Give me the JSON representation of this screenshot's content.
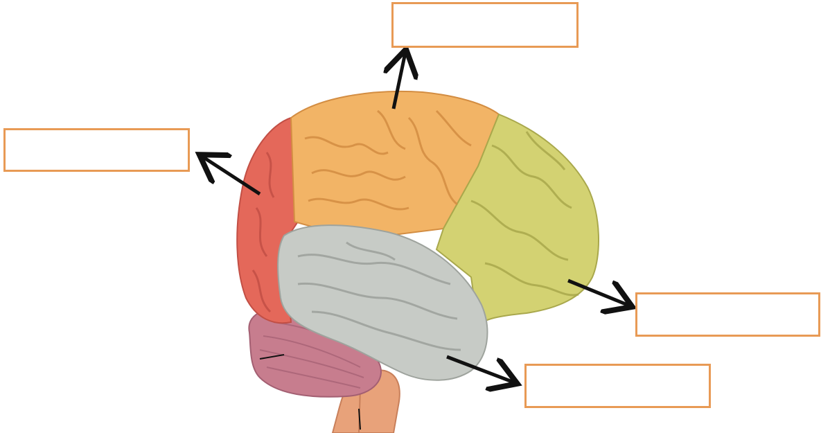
{
  "diagram": {
    "label_boxes": [
      {
        "id": "top",
        "target": "parietal-lobe",
        "text": ""
      },
      {
        "id": "left",
        "target": "frontal-lobe",
        "text": ""
      },
      {
        "id": "right",
        "target": "occipital-lobe",
        "text": ""
      },
      {
        "id": "bottom",
        "target": "temporal-lobe",
        "text": ""
      }
    ],
    "colors": {
      "box_border": "#e89a55",
      "frontal": "#e4685a",
      "parietal": "#f2b466",
      "occipital": "#d3d272",
      "temporal": "#c7cbc6",
      "cerebellum": "#c77d8e",
      "brainstem": "#e8a27a",
      "arrow": "#111111"
    }
  }
}
